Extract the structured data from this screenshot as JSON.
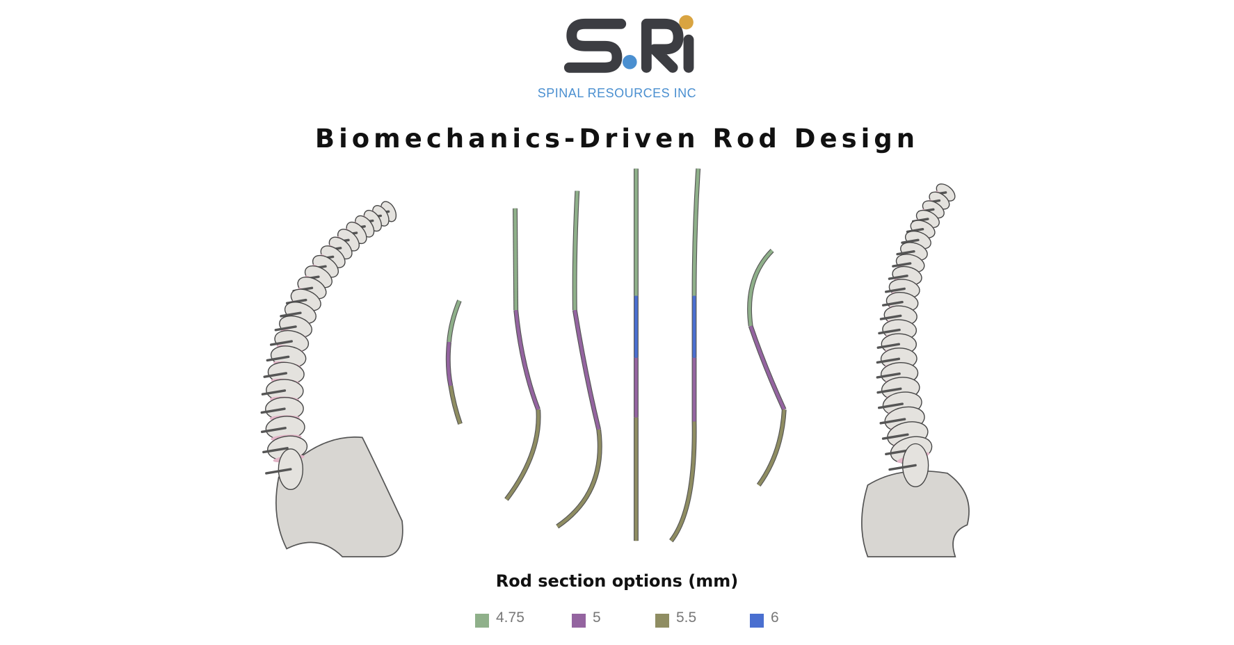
{
  "logo": {
    "letters": "SRi",
    "company": "SPINAL RESOURCES INC"
  },
  "title": "Biomechanics-Driven Rod Design",
  "legend": {
    "title": "Rod section options (mm)",
    "items": [
      {
        "label": "4.75",
        "color": "#8fb08a"
      },
      {
        "label": "5",
        "color": "#9464a0"
      },
      {
        "label": "5.5",
        "color": "#8f8d62"
      },
      {
        "label": "6",
        "color": "#4a6fd0"
      }
    ]
  },
  "colors": {
    "logo_dark": "#3c3d42",
    "logo_blue": "#4a8fd0",
    "logo_gold": "#d9a441",
    "bone": "#dcdad6",
    "disc": "#e3b6c8"
  }
}
